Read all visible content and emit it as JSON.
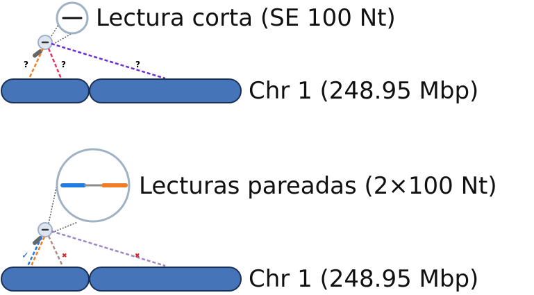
{
  "top_panel": {
    "label": "Lectura corta (SE 100 Nt)",
    "chromosome_label": "Chr 1 (248.95 Mbp)",
    "question_marks": [
      "?",
      "?",
      "?"
    ],
    "colors": {
      "left_line": "#f07c27",
      "middle_line": "#e8305f",
      "right_line": "#6a2fd6",
      "chromosome_fill": "#4674b8",
      "magnifier_stroke": "#9fb2c5"
    }
  },
  "bottom_panel": {
    "label": "Lecturas pareadas (2×100 Nt)",
    "chromosome_label": "Chr 1 (248.95 Mbp)",
    "check_mark": "✓",
    "x_marks": [
      "✖",
      "✖"
    ],
    "colors": {
      "read_left": "#1f7be0",
      "read_right": "#f07c27",
      "read_link": "#8c8c8c",
      "line_left": "#1f7be0",
      "line_middle": "#b08a8a",
      "line_right": "#9b88c4",
      "check": "#1a4fd6",
      "cross": "#e02020",
      "chromosome_fill": "#4674b8",
      "magnifier_stroke": "#9fb2c5"
    }
  }
}
